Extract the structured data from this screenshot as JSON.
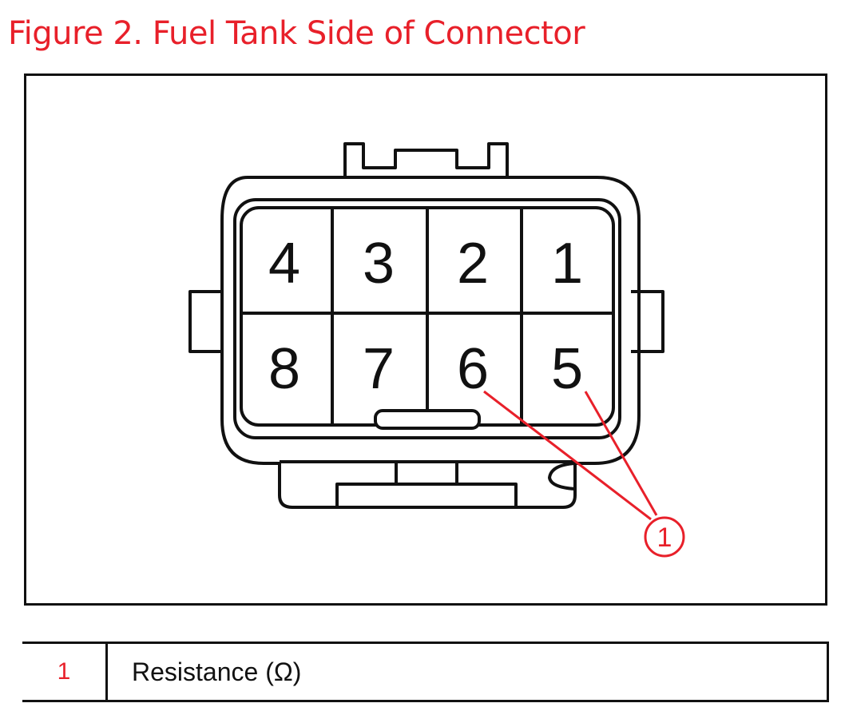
{
  "figure": {
    "title": "Figure 2. Fuel Tank Side of Connector"
  },
  "connector": {
    "top_row_pins": [
      "4",
      "3",
      "2",
      "1"
    ],
    "bottom_row_pins": [
      "8",
      "7",
      "6",
      "5"
    ],
    "callout": {
      "label": "1",
      "points_to_pins": [
        "6",
        "5"
      ]
    }
  },
  "legend": {
    "rows": [
      {
        "number": "1",
        "description": "Resistance (Ω)"
      }
    ]
  },
  "colors": {
    "title_red": "#e8202a",
    "callout_red": "#e8202a",
    "line_black": "#111111"
  }
}
